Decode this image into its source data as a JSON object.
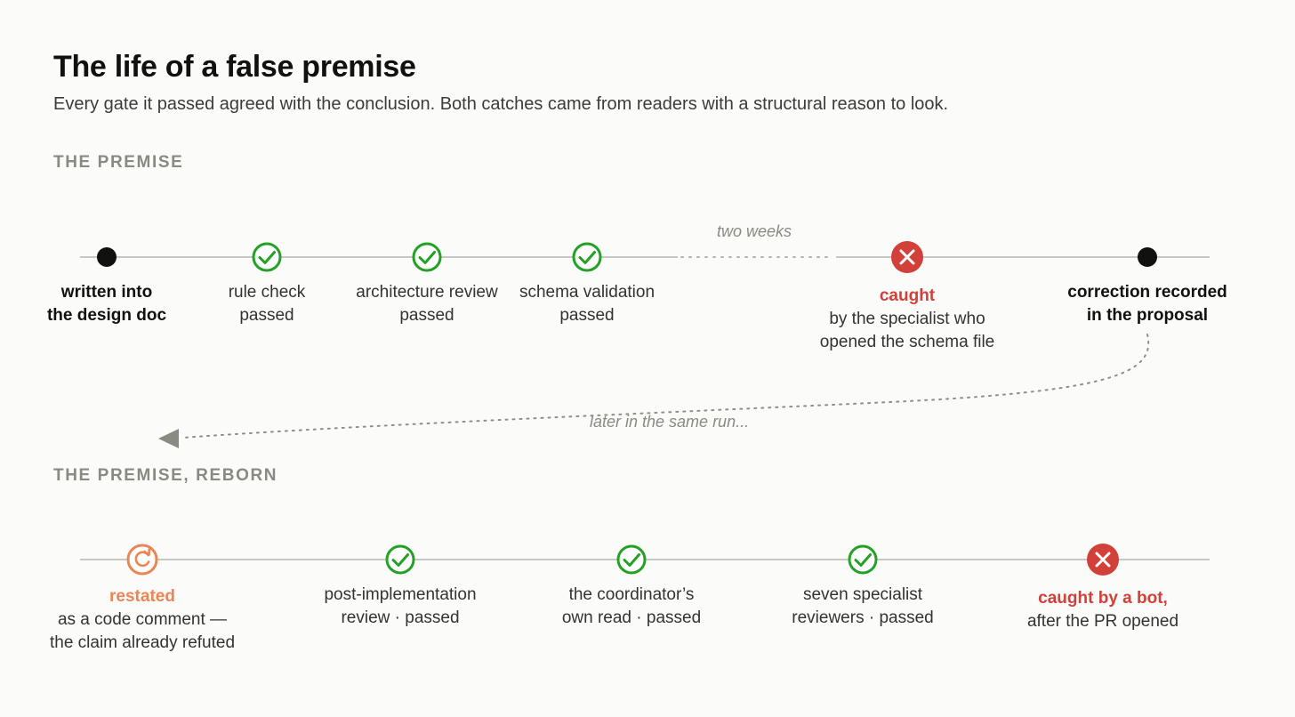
{
  "header": {
    "title": "The life of a false premise",
    "subtitle": "Every gate it passed agreed with the conclusion. Both catches came from readers with a structural reason to look."
  },
  "colors": {
    "pass": "#22a124",
    "caught": "#d2403a",
    "restated": "#ea8556",
    "neutral": "#111111",
    "line": "#c8c8c2",
    "muted": "#8a8a84"
  },
  "timeline1": {
    "label": "THE PREMISE",
    "gap_label": "two weeks",
    "nodes": [
      {
        "icon": "dot-icon",
        "line1": "written into",
        "line2": "the design doc"
      },
      {
        "icon": "check-icon",
        "line1": "rule check",
        "line2": "passed"
      },
      {
        "icon": "check-icon",
        "line1": "architecture review",
        "line2": "passed"
      },
      {
        "icon": "check-icon",
        "line1": "schema validation",
        "line2": "passed"
      },
      {
        "icon": "cross-icon",
        "line1": "caught",
        "line2": "by the specialist who",
        "line3": "opened the schema file"
      },
      {
        "icon": "dot-icon",
        "line1": "correction recorded",
        "line2": "in the proposal"
      }
    ]
  },
  "connector": {
    "label": "later in the same run..."
  },
  "timeline2": {
    "label": "THE PREMISE, REBORN",
    "nodes": [
      {
        "icon": "restate-icon",
        "line1": "restated",
        "line2": "as a code comment —",
        "line3": "the claim already refuted"
      },
      {
        "icon": "check-icon",
        "line1": "post-implementation",
        "line2": "review · passed"
      },
      {
        "icon": "check-icon",
        "line1": "the coordinator’s",
        "line2": "own read · passed"
      },
      {
        "icon": "check-icon",
        "line1": "seven specialist",
        "line2": "reviewers · passed"
      },
      {
        "icon": "cross-icon",
        "line1": "caught by a bot,",
        "line2": "after the PR opened"
      }
    ]
  }
}
